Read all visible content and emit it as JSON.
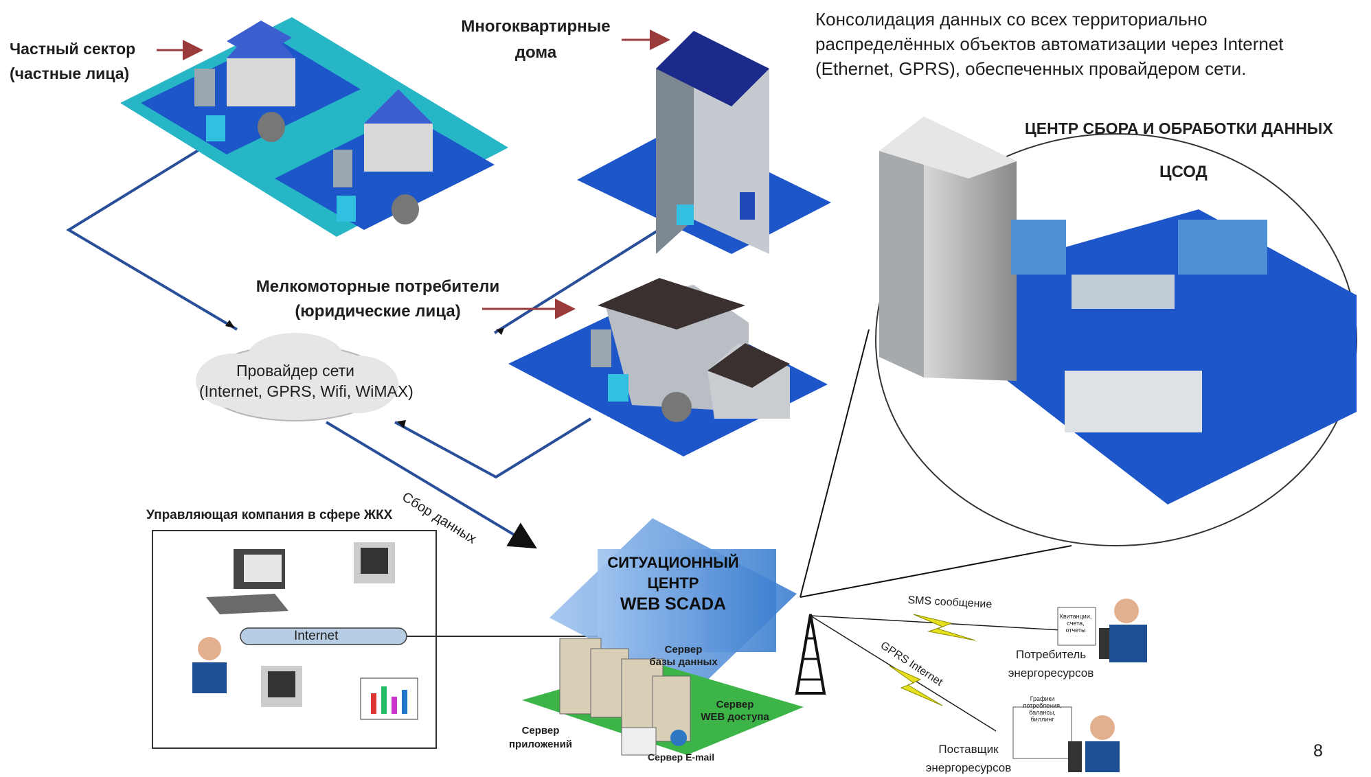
{
  "header": {
    "consolidation_text_line1": "Консолидация данных со всех  территориально",
    "consolidation_text_line2": "распределённых объектов автоматизации через Internet",
    "consolidation_text_line3": "(Ethernet, GPRS), обеспеченных провайдером сети."
  },
  "private_sector": {
    "line1": "Частный сектор",
    "line2": "(частные лица)"
  },
  "apartments": {
    "line1": "Многоквартирные",
    "line2": "дома"
  },
  "small_consumers": {
    "line1": "Мелкомоторные потребители",
    "line2": "(юридические лица)"
  },
  "provider": {
    "line1": "Провайдер сети",
    "line2": "(Internet, GPRS, Wifi, WiMAX)"
  },
  "data_center": {
    "title": "ЦЕНТР СБОРА И ОБРАБОТКИ ДАННЫХ",
    "abbr": "ЦСОД"
  },
  "data_collection_label": "Сбор данных",
  "management_company": {
    "title": "Управляющая компания в сфере ЖКХ",
    "internet_label": "Internet"
  },
  "situation_center": {
    "line1": "СИТУАЦИОННЫЙ",
    "line2": "ЦЕНТР",
    "line3": "WEB SCADA"
  },
  "servers": {
    "db_line1": "Сервер",
    "db_line2": "базы данных",
    "web_line1": "Сервер",
    "web_line2": "WEB доступа",
    "app_line1": "Сервер",
    "app_line2": "приложений",
    "email": "Сервер E-mail"
  },
  "sms_label": "SMS сообщение",
  "gprs_label": "GPRS Internet",
  "consumer": {
    "line1": "Потребитель",
    "line2": "энергоресурсов",
    "doc": [
      "Квитанции,",
      "счета,",
      "отчеты"
    ]
  },
  "supplier": {
    "line1": "Поставщик",
    "line2": "энергоресурсов",
    "doc": [
      "Графики",
      "потребления,",
      "балансы,",
      "биллинг"
    ]
  },
  "page_number": "8",
  "colors": {
    "platform": "#1d56c9",
    "line": "#2a4f9a",
    "accent_arrow": "#9a3a3a",
    "lightning": "#e6e021"
  }
}
